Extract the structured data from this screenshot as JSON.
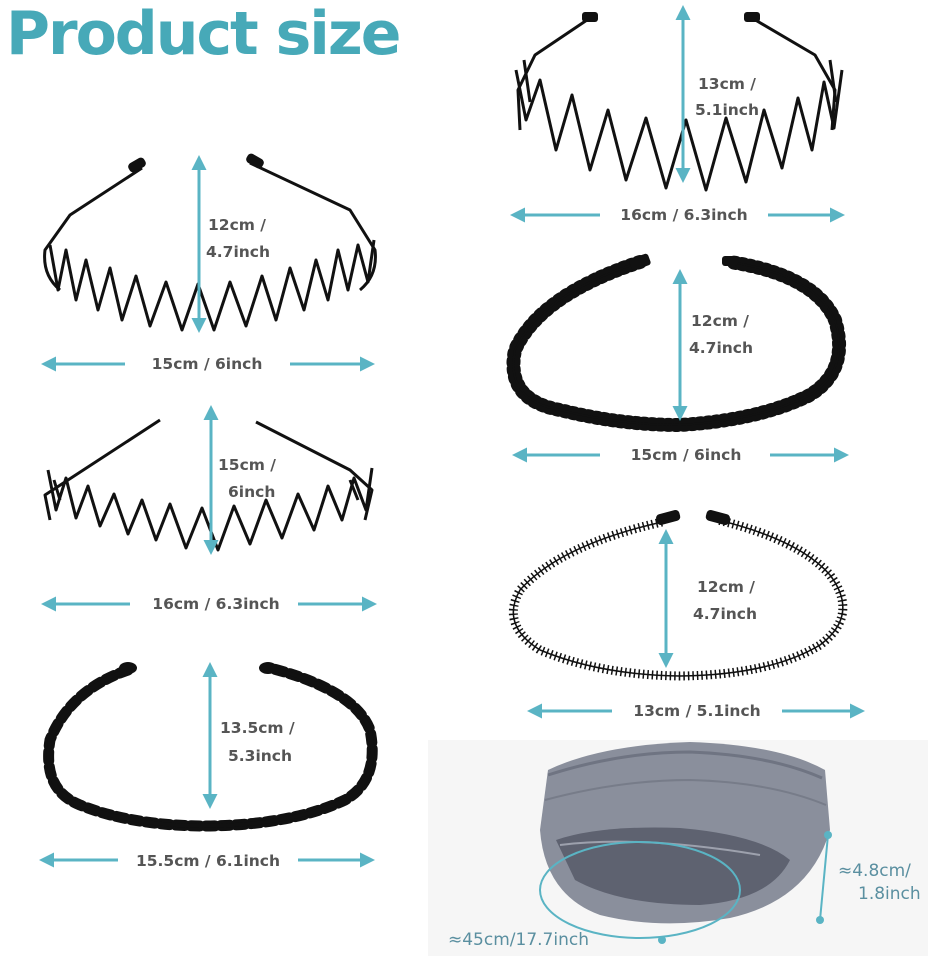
{
  "title": "Product size",
  "colors": {
    "accent": "#47a9b8",
    "arrow": "#5ab4c4",
    "label": "#555555",
    "band": "#111111",
    "fabric": "#8a8f9c"
  },
  "items": [
    {
      "name": "wave-headband-1",
      "height": "12cm /",
      "height2": "4.7inch",
      "width": "15cm / 6inch"
    },
    {
      "name": "wave-headband-2",
      "height": "15cm /",
      "height2": "6inch",
      "width": "16cm / 6.3inch"
    },
    {
      "name": "wave-headband-3",
      "height": "13.5cm /",
      "height2": "5.3inch",
      "width": "15.5cm / 6.1inch"
    },
    {
      "name": "wave-headband-4",
      "height": "13cm /",
      "height2": "5.1inch",
      "width": "16cm / 6.3inch"
    },
    {
      "name": "spring-headband-1",
      "height": "12cm /",
      "height2": "4.7inch",
      "width": "15cm / 6inch"
    },
    {
      "name": "spring-headband-2",
      "height": "12cm /",
      "height2": "4.7inch",
      "width": "13cm / 5.1inch"
    }
  ],
  "fabric_band": {
    "circumference": "≈45cm/17.7inch",
    "height": "≈4.8cm/",
    "height2": "1.8inch"
  }
}
